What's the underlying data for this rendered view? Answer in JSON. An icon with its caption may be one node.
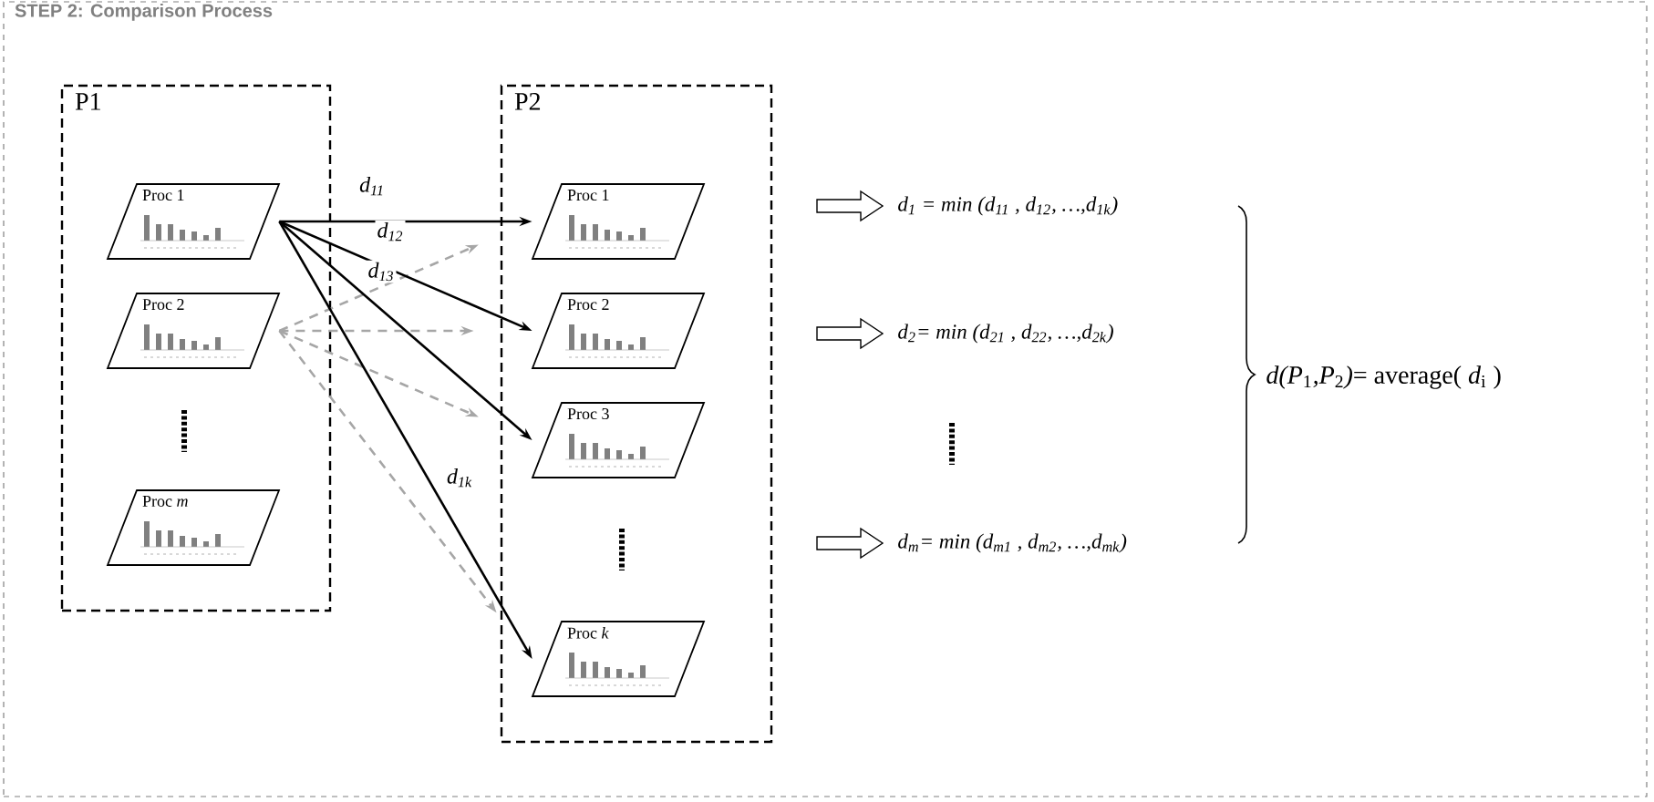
{
  "diagram": {
    "nodes": [
      {
        "text": [
          "STEP 2: Comparison Process"
        ]
      },
      {
        "text": [
          "P1"
        ],
        "in": 0
      },
      {
        "text": [
          "Proc 1"
        ],
        "in": 1
      },
      {
        "text": [
          "Proc 2"
        ],
        "in": 1
      },
      {
        "text": [
          "Proc *m*"
        ],
        "in": 1
      },
      {
        "text": [
          "P2"
        ],
        "in": 0
      },
      {
        "text": [
          "Proc 1"
        ],
        "in": 5
      },
      {
        "text": [
          "Proc 2"
        ],
        "in": 5
      },
      {
        "text": [
          "Proc 3"
        ],
        "in": 5
      },
      {
        "text": [
          "Proc *k*"
        ],
        "in": 5
      }
    ],
    "edges": [
      {
        "from": 2,
        "to": 6,
        "arrow": "to",
        "label": "d$_{11}$"
      },
      {
        "from": 2,
        "to": 7,
        "arrow": "to",
        "label": "d$_{12}$"
      },
      {
        "from": 2,
        "to": 8,
        "arrow": "to",
        "label": "d$_{13}$"
      },
      {
        "from": 2,
        "to": 9,
        "arrow": "to",
        "label": "d$_{1k}$"
      },
      {
        "from": 3,
        "to": 6,
        "arrow": "to",
        "style": "dashed",
        "color": "#a6a6a6"
      },
      {
        "from": 3,
        "to": 7,
        "arrow": "to",
        "style": "dashed",
        "color": "#a6a6a6"
      },
      {
        "from": 3,
        "to": 8,
        "arrow": "to",
        "style": "dashed",
        "color": "#a6a6a6"
      },
      {
        "from": 3,
        "to": 9,
        "arrow": "to",
        "style": "dashed",
        "color": "#a6a6a6"
      }
    ],
    "labels": [
      "d$_{1}$ = min (d$_{11}$ , d$_{12}$, …,d$_{1k}$)",
      "d$_{2}$= min (d$_{21}$ , d$_{22}$, …,d$_{2k}$)",
      "d$_{m}$= min (d$_{m1}$ , d$_{m2}$, …,d$_{mk}$)",
      "*d(P*$_{1}$*,P*$_{2}$*)*= average( *d*$_{i}$ )"
    ]
  }
}
